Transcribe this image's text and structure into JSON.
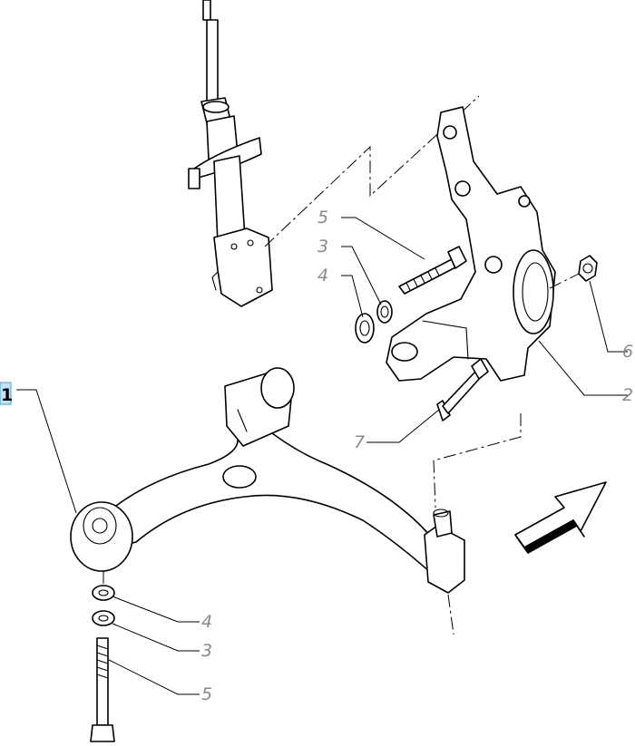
{
  "callouts": {
    "c1": "1",
    "c2": "2",
    "c3_top": "3",
    "c4_top": "4",
    "c5_top": "5",
    "c6": "6",
    "c7": "7",
    "c4_bottom": "4",
    "c3_bottom": "3",
    "c5_bottom": "5"
  },
  "colors": {
    "highlight": "#bfe3f5",
    "callout_text": "#8a8a8a",
    "line": "#000000"
  }
}
